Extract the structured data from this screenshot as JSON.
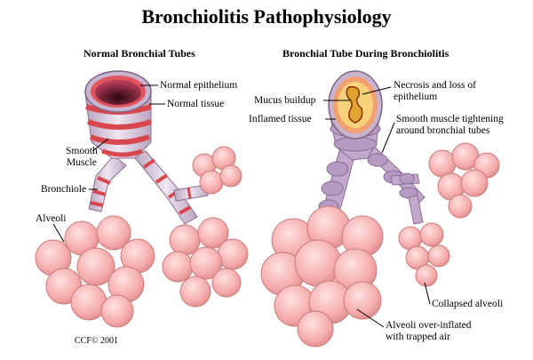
{
  "title": "Bronchiolitis Pathophysiology",
  "panels": [
    {
      "heading": "Normal Bronchial Tubes",
      "labels": {
        "normal_epithelium": "Normal epithelium",
        "normal_tissue": "Normal tissue",
        "smooth_muscle": [
          "Smooth",
          "Muscle"
        ],
        "bronchiole": "Bronchiole",
        "alveoli": "Alveoli"
      }
    },
    {
      "heading": "Bronchial Tube During Bronchiolitis",
      "labels": {
        "mucus_buildup": "Mucus buildup",
        "inflamed_tissue": "Inflamed tissue",
        "necrosis": [
          "Necrosis and loss of",
          "epithelium"
        ],
        "smooth_muscle_tightening": [
          "Smooth muscle tightening",
          "around bronchial tubes"
        ],
        "collapsed_alveoli": "Collapsed alveoli",
        "over_inflated": [
          "Alveoli over-inflated",
          "with trapped air"
        ]
      }
    }
  ],
  "credit": "CCF© 2001",
  "colors": {
    "alveoli_fill": "#f6b3b3",
    "alveoli_stroke": "#c97b7b",
    "tube_fill": "#d8c6dc",
    "muscle_band": "#d9474e",
    "lumen": "#7a1f3a",
    "mucus": "#e6a93a"
  }
}
